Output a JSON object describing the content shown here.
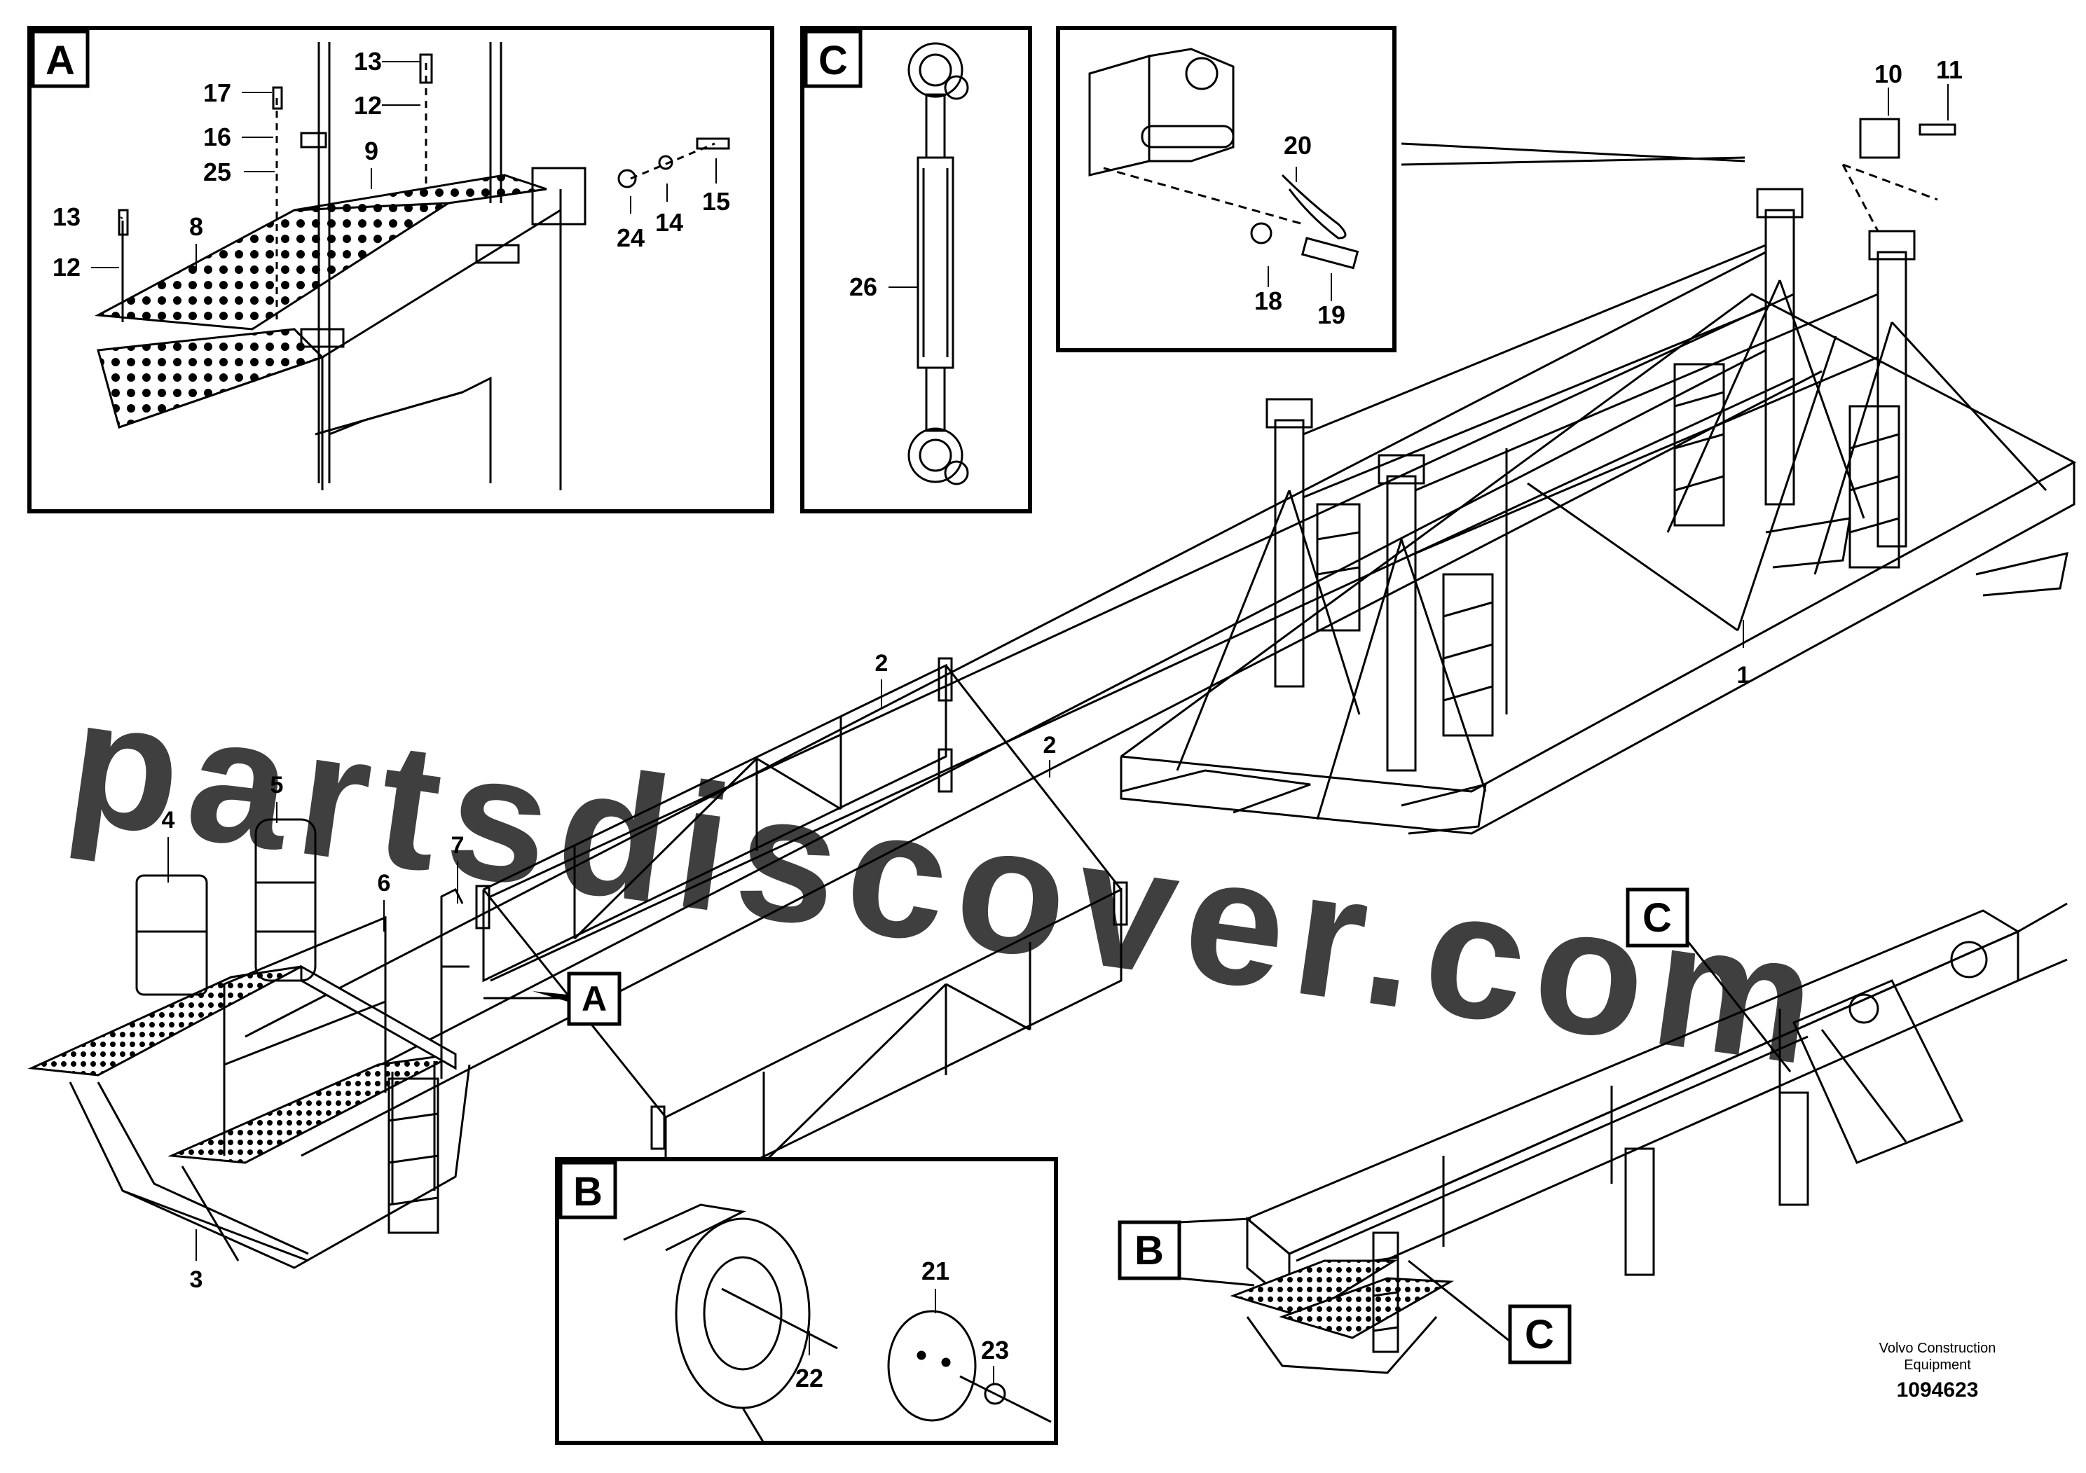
{
  "watermark": "partsdiscover.com",
  "publisher": {
    "line1": "Volvo Construction",
    "line2": "Equipment"
  },
  "figure_number": "1094623",
  "callout_letters": {
    "a": "A",
    "b": "B",
    "c": "C"
  },
  "part_labels": {
    "p1": "1",
    "p2": "2",
    "p3": "3",
    "p4": "4",
    "p5": "5",
    "p6": "6",
    "p7": "7",
    "p8": "8",
    "p9": "9",
    "p10": "10",
    "p11": "11",
    "p12": "12",
    "p13": "13",
    "p14": "14",
    "p15": "15",
    "p16": "16",
    "p17": "17",
    "p18": "18",
    "p19": "19",
    "p20": "20",
    "p21": "21",
    "p22": "22",
    "p23": "23",
    "p24": "24",
    "p25": "25",
    "p26": "26"
  }
}
